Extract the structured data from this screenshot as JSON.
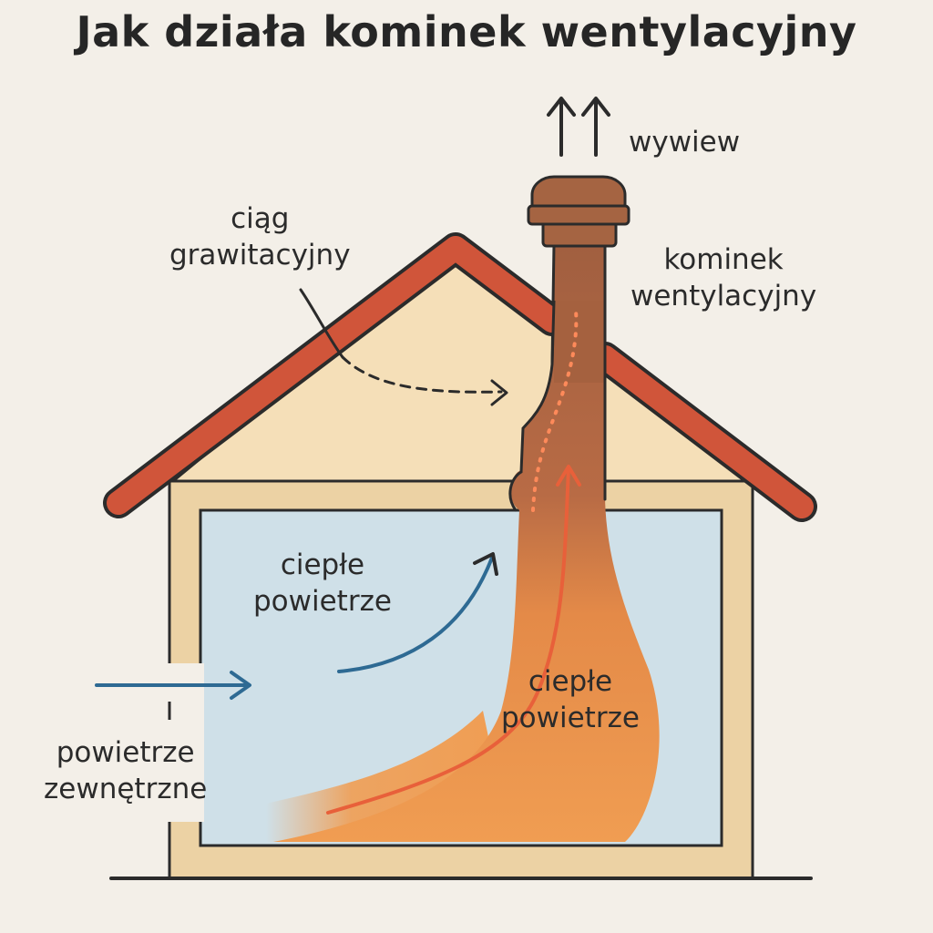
{
  "title": "Jak działa kominek wentylacyjny",
  "labels": {
    "exhaust": "wywiew",
    "stack_effect": [
      "ciąg",
      "grawitacyjny"
    ],
    "chimney": [
      "kominek",
      "wentylacyjny"
    ],
    "warm_air_left": [
      "ciepłe",
      "powietrze"
    ],
    "warm_air_right": [
      "ciepłe",
      "powietrze"
    ],
    "outside_air": [
      "powietrze",
      "zewnętrzne"
    ]
  },
  "colors": {
    "background": "#f3efe8",
    "roof": "#d0553a",
    "attic": "#f5dfb8",
    "wall": "#ecd2a4",
    "room": "#cfe0e8",
    "chimney_top": "#a56442",
    "warm_air": "#ef9a4d",
    "warm_arrow": "#e8603a",
    "cool_arrow": "#2e6a93",
    "outline": "#2b2b2b"
  }
}
